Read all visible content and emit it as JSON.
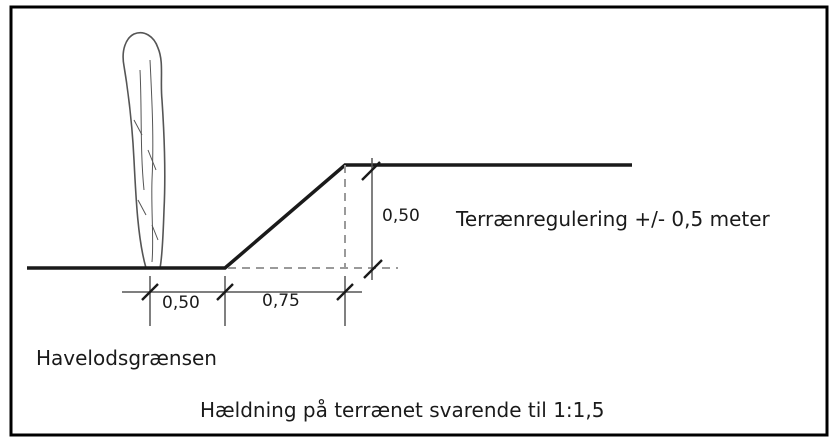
{
  "dimensions": {
    "horizontal_offset": "0,50",
    "slope_run": "0,75",
    "slope_rise": "0,50"
  },
  "labels": {
    "terrain_regulation": "Terrænregulering +/- 0,5 meter",
    "boundary": "Havelodsgrænsen",
    "slope_note": "Hældning på terrænet svarende til 1:1,5"
  },
  "colors": {
    "line": "#1a1a1a",
    "dashed": "#9a9a9a",
    "border": "#000000"
  }
}
